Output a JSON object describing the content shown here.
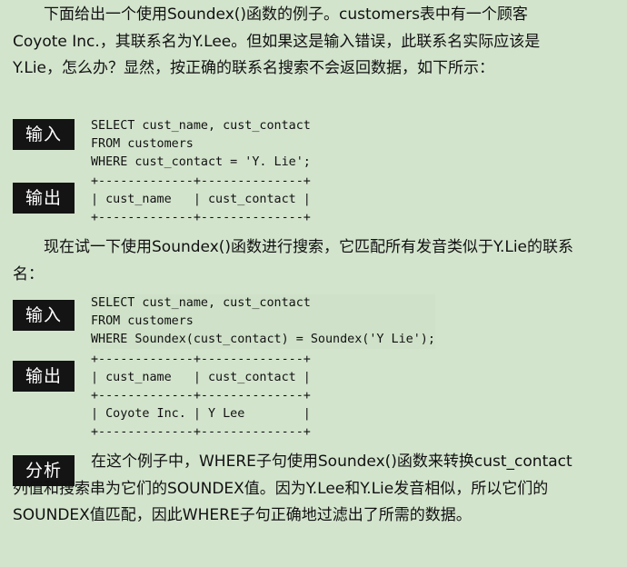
{
  "para1": "下面给出一个使用Soundex()函数的例子。customers表中有一个顾客Coyote Inc.，其联系名为Y.Lee。但如果这是输入错误，此联系名实际应该是Y.Lie，怎么办？显然，按正确的联系名搜索不会返回数据，如下所示：",
  "label_input": "输入",
  "label_output": "输出",
  "label_analysis": "分析",
  "code1": [
    "SELECT cust_name, cust_contact",
    "FROM customers",
    "WHERE cust_contact = 'Y. Lie';"
  ],
  "output1": [
    "+-------------+--------------+",
    "| cust_name   | cust_contact |",
    "+-------------+--------------+"
  ],
  "para2": "现在试一下使用Soundex()函数进行搜索，它匹配所有发音类似于Y.Lie的联系名：",
  "code2": [
    "SELECT cust_name, cust_contact",
    "FROM customers",
    "WHERE Soundex(cust_contact) = Soundex('Y Lie');"
  ],
  "output2": [
    "+-------------+--------------+",
    "| cust_name   | cust_contact |",
    "+-------------+--------------+",
    "| Coyote Inc. | Y Lee        |",
    "+-------------+--------------+"
  ],
  "analysis_text": "在这个例子中，WHERE子句使用Soundex()函数来转换cust_contact列值和搜索串为它们的SOUNDEX值。因为Y.Lee和Y.Lie发音相似，所以它们的SOUNDEX值匹配，因此WHERE子句正确地过滤出了所需的数据。"
}
